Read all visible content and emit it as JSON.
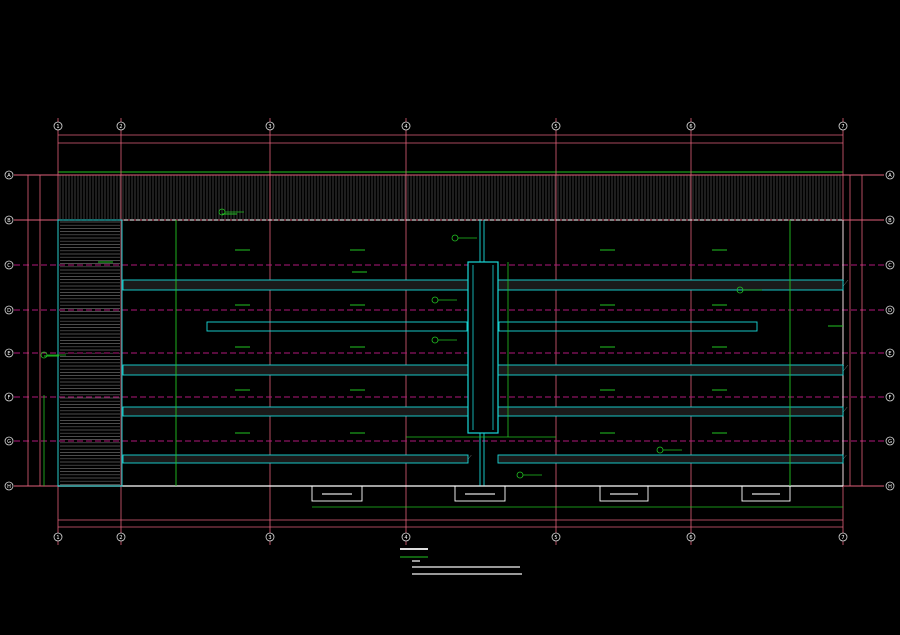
{
  "drawing": {
    "grid_columns": [
      "1",
      "2",
      "3",
      "4",
      "5",
      "6",
      "7"
    ],
    "grid_rows": [
      "A",
      "B",
      "C",
      "D",
      "E",
      "F",
      "G",
      "H"
    ]
  },
  "colors": {
    "background": "#000000",
    "grid": "#e0607a",
    "grid_dashed": "#b0187a",
    "structure": "#19d9d9",
    "annotation": "#22c322",
    "hatch": "#8a8a8a",
    "outline": "#ffffff"
  }
}
